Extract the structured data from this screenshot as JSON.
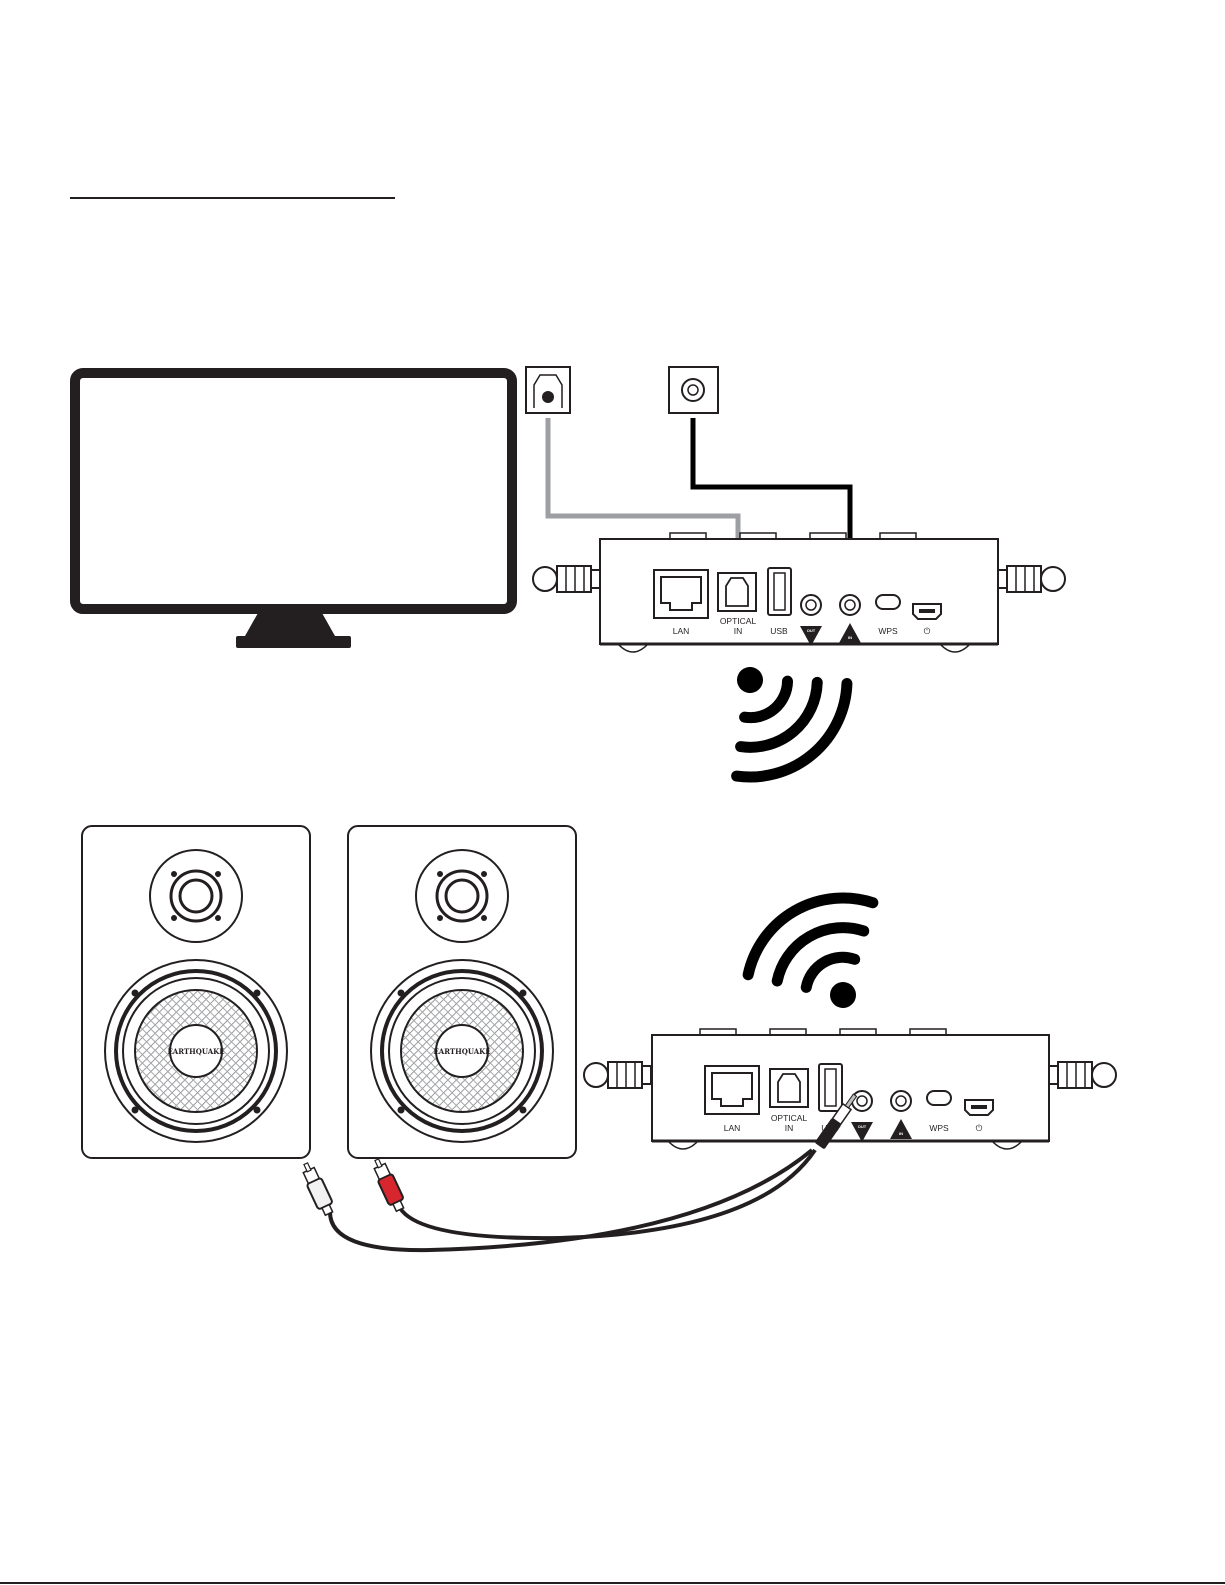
{
  "device_top": {
    "ports": {
      "lan": "LAN",
      "optical_line1": "OPTICAL",
      "optical_line2": "IN",
      "usb": "USB",
      "out": "OUT",
      "in": "IN",
      "wps": "WPS",
      "power": "⏻"
    }
  },
  "device_bottom": {
    "ports": {
      "lan": "LAN",
      "optical_line1": "OPTICAL",
      "optical_line2": "IN",
      "usb": "USB",
      "out": "OUT",
      "in": "IN",
      "wps": "WPS",
      "power": "⏻"
    }
  },
  "speakers": {
    "left_brand": "EARTHQUAKE",
    "right_brand": "EARTHQUAKE"
  },
  "cables": {
    "optical_color": "#9d9fa2",
    "aux_color": "#000000",
    "rca_white": "#f2f2f2",
    "rca_red": "#d7262e"
  },
  "icons": {
    "transmit": "wireless-transmit-icon",
    "receive": "wifi-receive-icon"
  }
}
